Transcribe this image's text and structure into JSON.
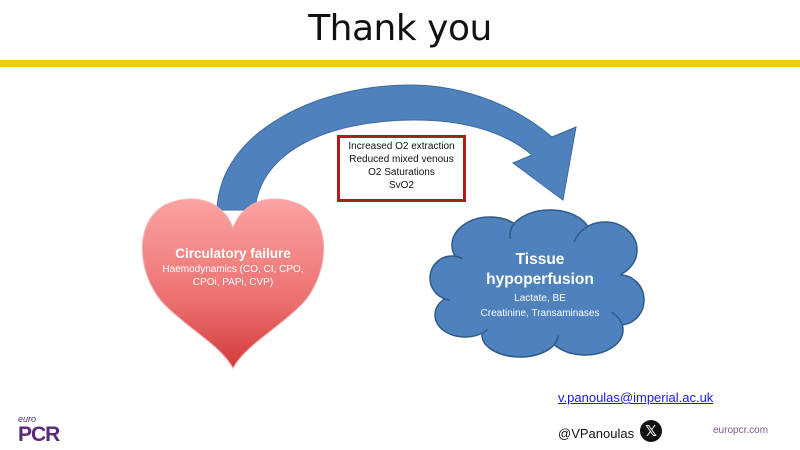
{
  "title": "Thank you",
  "colors": {
    "accent_bar": "#f2c919",
    "arrow": "#4f81bd",
    "heart": "#e65a5a",
    "box_border": "#b01c1c",
    "logo": "#5a2a7a"
  },
  "box": {
    "lines": [
      "Increased O2 extraction",
      "Reduced mixed venous",
      "O2 Saturations",
      "SvO2"
    ]
  },
  "heart": {
    "heading": "Circulatory failure",
    "detail": "Haemodynamics (CO, CI, CPO, CPOi, PAPi, CVP)"
  },
  "cloud": {
    "heading_1": "Tissue",
    "heading_2": "hypoperfusion",
    "detail_1": "Lactate, BE",
    "detail_2": "Creatinine, Transaminases"
  },
  "footer": {
    "email": "v.panoulas@imperial.ac.uk",
    "handle": "@VPanoulas",
    "x_icon": "x-logo-icon",
    "site": "europcr.com",
    "logo_top": "euro",
    "logo_main": "PCR"
  }
}
